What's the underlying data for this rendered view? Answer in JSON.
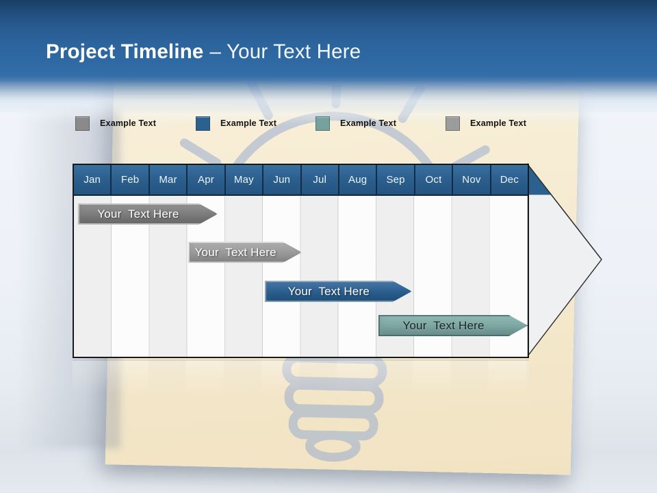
{
  "title": {
    "bold": "Project Timeline",
    "rest": "– Your Text Here"
  },
  "legend": {
    "items": [
      {
        "label": "Example Text",
        "color": "#8a8a8a"
      },
      {
        "label": "Example Text",
        "color": "#2a6191"
      },
      {
        "label": "Example Text",
        "color": "#74a39f"
      },
      {
        "label": "Example Text",
        "color": "#9c9c9c"
      }
    ]
  },
  "timeline": {
    "months": [
      "Jan",
      "Feb",
      "Mar",
      "Apr",
      "May",
      "Jun",
      "Jul",
      "Aug",
      "Sep",
      "Oct",
      "Nov",
      "Dec"
    ],
    "header_color": "#2c608f",
    "column_stripe_dark": "#efeff0",
    "column_stripe_light": "#fcfcfd",
    "arrow_fill": "#eef0f1",
    "bars": [
      {
        "label": "Your  Text Here",
        "color": "#7e7e7e",
        "edge_color": "rgba(255,255,255,0.5)",
        "text_style": "light",
        "start_month": 0.1,
        "end_month": 3.3,
        "row": 1
      },
      {
        "label": "Your  Text Here",
        "color": "#9d9d9d",
        "edge_color": "rgba(255,255,255,0.55)",
        "text_style": "light",
        "start_month": 3.03,
        "end_month": 5.52,
        "row": 2
      },
      {
        "label": "Your  Text Here",
        "color": "#2a5f92",
        "edge_color": "rgba(255,255,255,0.4)",
        "text_style": "light",
        "start_month": 5.05,
        "end_month": 8.43,
        "row": 3
      },
      {
        "label": "Your  Text Here",
        "color": "#7ea9a5",
        "edge_color": "rgba(55,92,89,0.65)",
        "text_style": "dark",
        "start_month": 8.05,
        "end_month": 11.5,
        "row": 4
      }
    ]
  }
}
